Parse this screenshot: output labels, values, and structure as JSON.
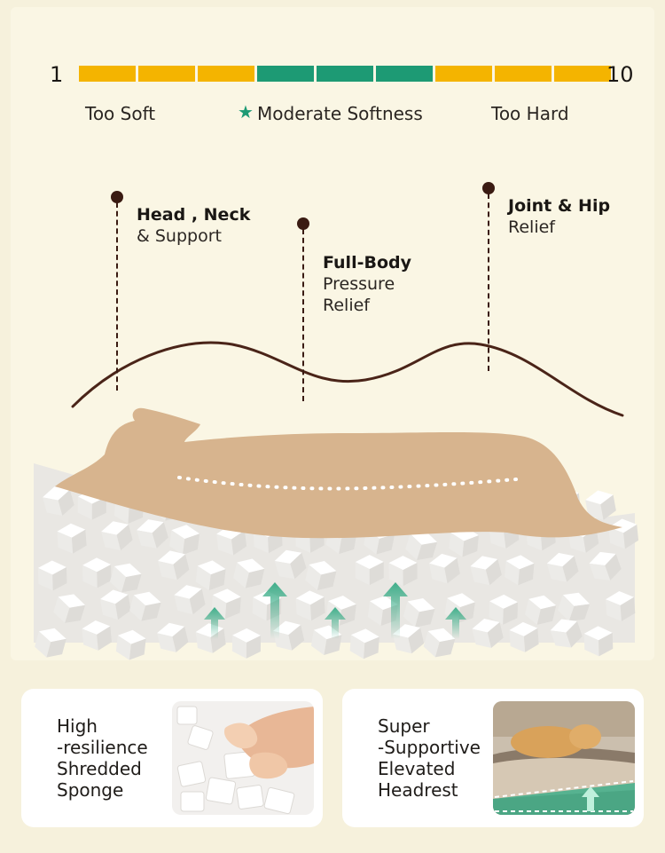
{
  "scale": {
    "min_label": "1",
    "max_label": "10",
    "segments": [
      "#f4b400",
      "#f4b400",
      "#f4b400",
      "#1d9a74",
      "#1d9a74",
      "#1d9a74",
      "#f4b400",
      "#f4b400",
      "#f4b400"
    ],
    "labels": {
      "too_soft": "Too Soft",
      "moderate": "Moderate Softness",
      "too_hard": "Too Hard"
    },
    "accent_color": "#1d9a74"
  },
  "callouts": [
    {
      "title": "Head , Neck",
      "subtitle": "& Support"
    },
    {
      "title": "Full-Body",
      "subtitle": "Pressure\nRelief"
    },
    {
      "title": "Joint & Hip",
      "subtitle": "Relief"
    }
  ],
  "features": [
    {
      "text": "High\n-resilience\nShredded\nSponge",
      "icon": "hand-sponge-photo"
    },
    {
      "text": "Super\n-Supportive\nElevated\nHeadrest",
      "icon": "dog-bed-photo"
    }
  ],
  "colors": {
    "background": "#f6f1dc",
    "dog": "#d7b48e",
    "wave": "#4a2418"
  }
}
